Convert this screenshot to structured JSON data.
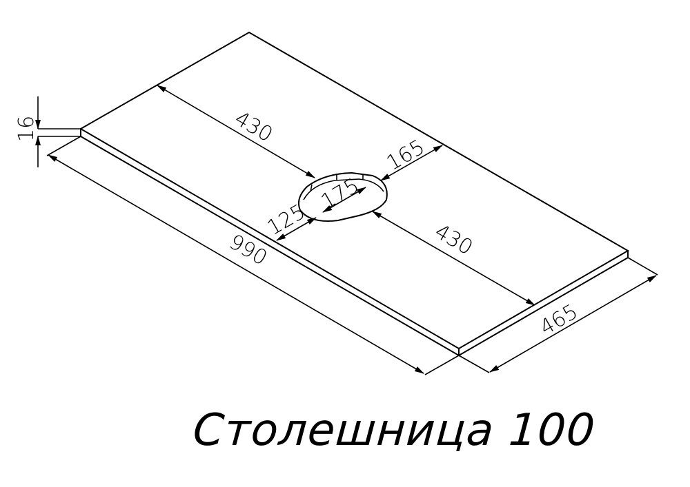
{
  "drawing": {
    "title": "Столешница 100",
    "object": "countertop",
    "line_color": "#000000",
    "background": "#ffffff"
  },
  "dimensions": {
    "thickness": "16",
    "length": "990",
    "depth": "465",
    "left_to_hole": "430",
    "right_to_hole": "430",
    "hole_width": "175",
    "front_to_hole": "125",
    "back_to_hole": "165"
  }
}
